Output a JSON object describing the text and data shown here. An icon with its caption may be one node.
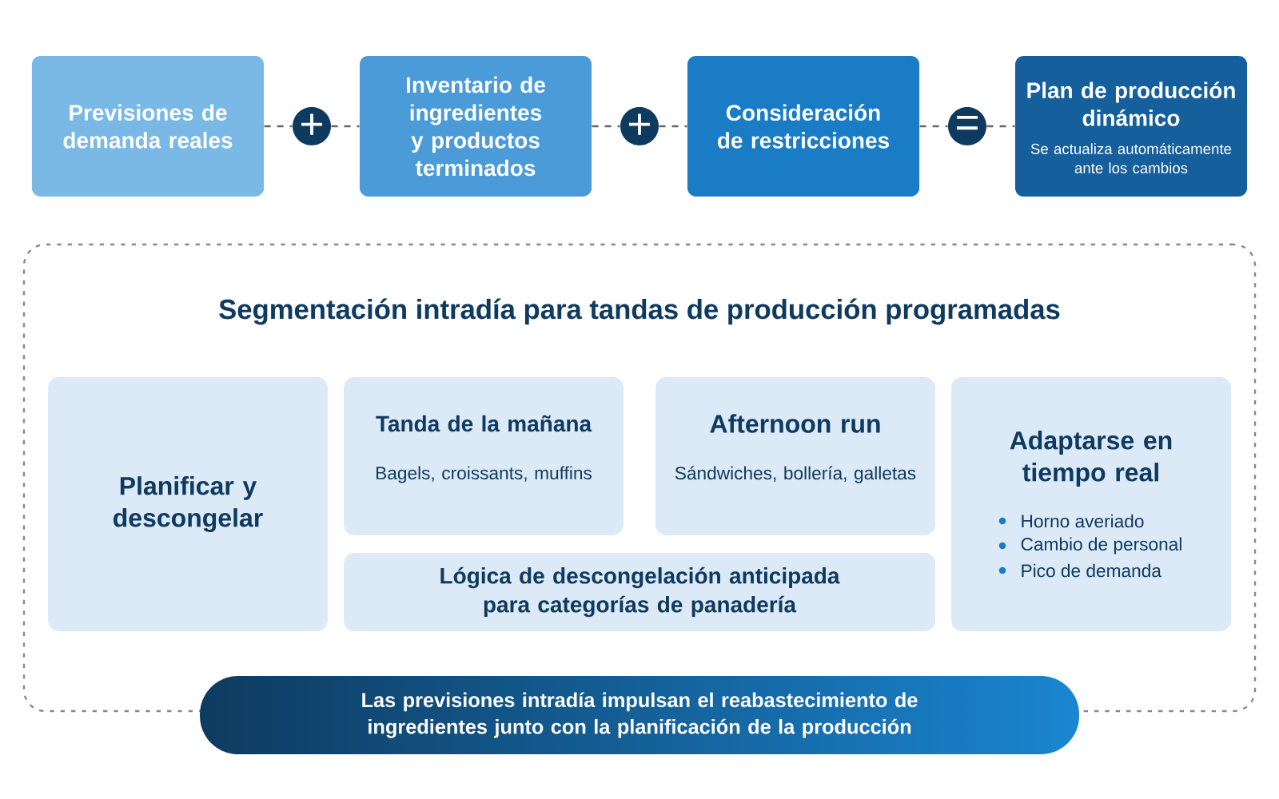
{
  "diagram": {
    "nodes": [
      {
        "text": [
          "Previsiones de demanda reales"
        ]
      },
      {
        "text": [
          "+"
        ]
      },
      {
        "text": [
          "Inventario de ingredientes y productos terminados"
        ]
      },
      {
        "text": [
          "+"
        ]
      },
      {
        "text": [
          "Consideración de restricciones"
        ]
      },
      {
        "text": [
          "="
        ]
      },
      {
        "text": [
          "Plan de producción dinámico",
          "Se actualiza automáticamente ante los cambios"
        ]
      },
      {
        "text": [
          "Segmentación intradía para tandas de producción programadas"
        ]
      },
      {
        "text": [
          "Planificar y descongelar"
        ],
        "in": 7
      },
      {
        "text": [
          "Tanda de la mañana",
          "Bagels, croissants, muffins"
        ],
        "in": 7
      },
      {
        "text": [
          "Afternoon run",
          "Sándwiches, bollería, galletas"
        ],
        "in": 7
      },
      {
        "text": [
          "Adaptarse en tiempo real",
          "Horno averiado",
          "Cambio de personal",
          "Pico de demanda"
        ],
        "in": 7
      },
      {
        "text": [
          "Lógica de descongelación anticipada para categorías de panadería"
        ],
        "in": 7
      },
      {
        "text": [
          "Las previsiones intradía impulsan el reabastecimiento de ingredientes junto con la planificación de la producción"
        ]
      }
    ],
    "edges": [
      {
        "from": 0,
        "to": 1,
        "arrow": "none",
        "style": "dashed"
      },
      {
        "from": 1,
        "to": 2,
        "arrow": "none",
        "style": "dashed"
      },
      {
        "from": 2,
        "to": 3,
        "arrow": "none",
        "style": "dashed"
      },
      {
        "from": 3,
        "to": 4,
        "arrow": "none",
        "style": "dashed"
      },
      {
        "from": 4,
        "to": 5,
        "arrow": "none",
        "style": "dashed"
      },
      {
        "from": 5,
        "to": 6,
        "arrow": "none",
        "style": "dashed"
      }
    ]
  }
}
